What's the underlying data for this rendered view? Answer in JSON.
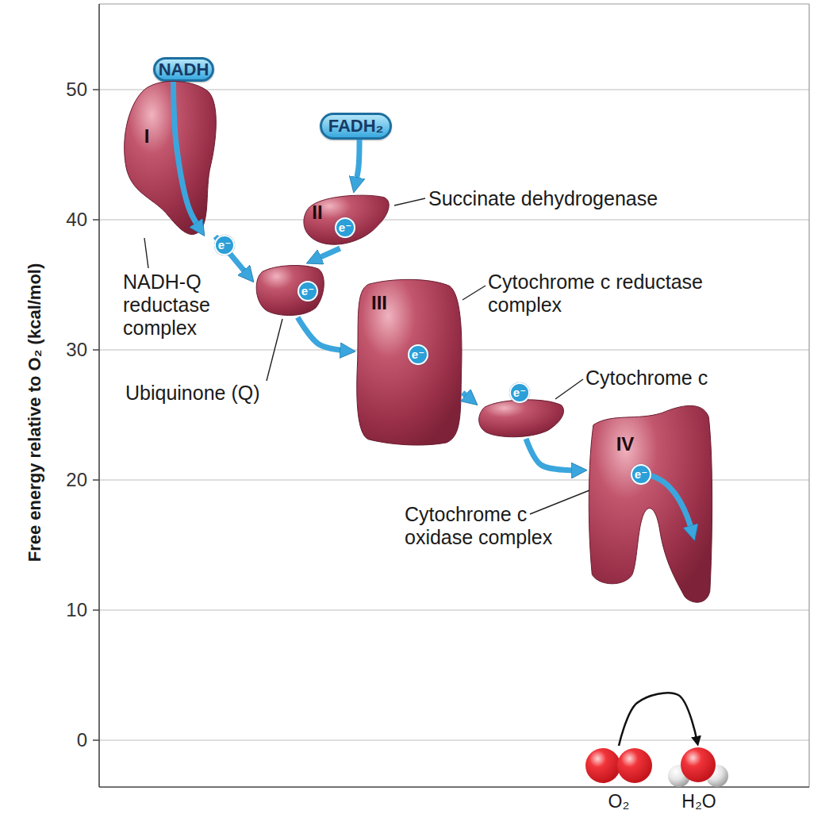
{
  "diagram": {
    "nodes": [
      {
        "text": [
          "NADH"
        ]
      },
      {
        "text": [
          "I",
          "NADH-Q reductase complex"
        ]
      },
      {
        "text": [
          "FADH₂"
        ]
      },
      {
        "text": [
          "II",
          "Succinate dehydrogenase"
        ]
      },
      {
        "text": [
          "Ubiquinone (Q)"
        ]
      },
      {
        "text": [
          "III",
          "Cytochrome c reductase complex"
        ]
      },
      {
        "text": [
          "Cytochrome c"
        ]
      },
      {
        "text": [
          "IV",
          "Cytochrome c oxidase complex"
        ]
      },
      {
        "text": [
          "O₂"
        ]
      },
      {
        "text": [
          "H₂O"
        ]
      }
    ],
    "edges": [
      {
        "from": 0,
        "to": 1,
        "arrow": "to"
      },
      {
        "from": 1,
        "to": 4,
        "arrow": "to"
      },
      {
        "from": 2,
        "to": 3,
        "arrow": "to"
      },
      {
        "from": 3,
        "to": 4,
        "arrow": "to"
      },
      {
        "from": 4,
        "to": 5,
        "arrow": "to"
      },
      {
        "from": 5,
        "to": 6,
        "arrow": "to"
      },
      {
        "from": 6,
        "to": 7,
        "arrow": "to"
      },
      {
        "from": 8,
        "to": 9,
        "arrow": "to"
      }
    ],
    "labels": [
      "Free energy relative to O₂ (kcal/mol)",
      "50",
      "40",
      "30",
      "20",
      "10",
      "0",
      "e⁻",
      "e⁻",
      "e⁻",
      "e⁻",
      "e⁻",
      "e⁻"
    ]
  }
}
